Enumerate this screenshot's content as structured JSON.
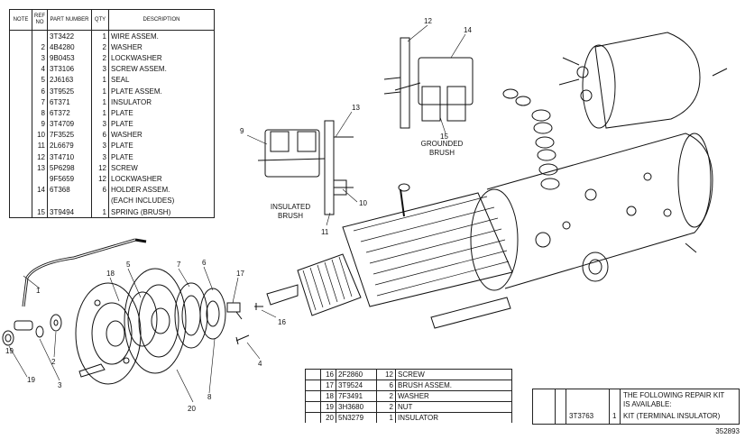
{
  "parts_table": {
    "headers": {
      "note": "NOTE",
      "ref_no": "REF NO",
      "part_number": "PART NUMBER",
      "qty": "QTY",
      "description": "DESCRIPTION"
    },
    "rows": [
      {
        "ref": "",
        "part": "3T3422",
        "qty": "1",
        "desc": "WIRE ASSEM."
      },
      {
        "ref": "2",
        "part": "4B4280",
        "qty": "2",
        "desc": "WASHER"
      },
      {
        "ref": "3",
        "part": "9B0453",
        "qty": "2",
        "desc": "LOCKWASHER"
      },
      {
        "ref": "4",
        "part": "3T3106",
        "qty": "3",
        "desc": "SCREW ASSEM."
      },
      {
        "ref": "5",
        "part": "2J6163",
        "qty": "1",
        "desc": "SEAL"
      },
      {
        "ref": "6",
        "part": "3T9525",
        "qty": "1",
        "desc": "PLATE ASSEM."
      },
      {
        "ref": "7",
        "part": "6T371",
        "qty": "1",
        "desc": "INSULATOR"
      },
      {
        "ref": "8",
        "part": "6T372",
        "qty": "1",
        "desc": "PLATE"
      },
      {
        "ref": "9",
        "part": "3T4709",
        "qty": "3",
        "desc": "PLATE"
      },
      {
        "ref": "10",
        "part": "7F3525",
        "qty": "6",
        "desc": "WASHER"
      },
      {
        "ref": "11",
        "part": "2L6679",
        "qty": "3",
        "desc": "PLATE"
      },
      {
        "ref": "12",
        "part": "3T4710",
        "qty": "3",
        "desc": "PLATE"
      },
      {
        "ref": "13",
        "part": "5P6298",
        "qty": "12",
        "desc": "SCREW"
      },
      {
        "ref": "",
        "part": "9F5659",
        "qty": "12",
        "desc": "LOCKWASHER"
      },
      {
        "ref": "14",
        "part": "6T368",
        "qty": "6",
        "desc": "HOLDER ASSEM."
      },
      {
        "ref": "",
        "part": "",
        "qty": "",
        "desc": "(EACH INCLUDES)"
      },
      {
        "ref": "15",
        "part": "3T9494",
        "qty": "1",
        "desc": "SPRING (BRUSH)"
      }
    ]
  },
  "lower_table": {
    "rows": [
      {
        "ref": "16",
        "part": "2F2860",
        "qty": "12",
        "desc": "SCREW"
      },
      {
        "ref": "17",
        "part": "3T9524",
        "qty": "6",
        "desc": "BRUSH ASSEM."
      },
      {
        "ref": "18",
        "part": "7F3491",
        "qty": "2",
        "desc": "WASHER"
      },
      {
        "ref": "19",
        "part": "3H3680",
        "qty": "2",
        "desc": "NUT"
      },
      {
        "ref": "20",
        "part": "5N3279",
        "qty": "1",
        "desc": "INSULATOR"
      }
    ]
  },
  "kit_box": {
    "lines": [
      "THE FOLLOWING REPAIR KIT",
      "IS AVAILABLE:",
      "KIT (TERMINAL INSULATOR)"
    ],
    "part": "3T3763",
    "qty": "1"
  },
  "captions": {
    "insulated": [
      "INSULATED",
      "BRUSH"
    ],
    "grounded": [
      "GROUNDED",
      "BRUSH"
    ]
  },
  "callouts": [
    "1",
    "2",
    "3",
    "4",
    "5",
    "6",
    "7",
    "8",
    "9",
    "10",
    "11",
    "12",
    "13",
    "14",
    "15",
    "16",
    "17",
    "18",
    "19",
    "19",
    "20"
  ],
  "reference_code": "352893"
}
